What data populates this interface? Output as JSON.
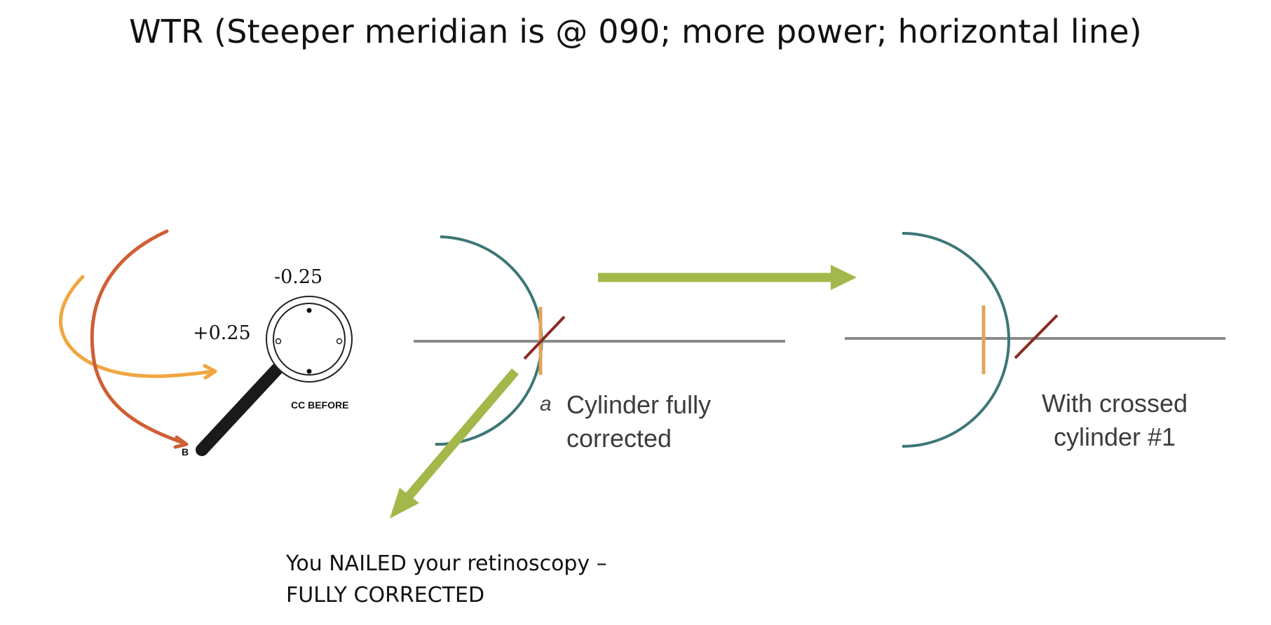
{
  "title": "WTR (Steeper meridian is @ 090; more power; horizontal line)",
  "retinoscope": {
    "top_label": "-0.25",
    "left_label": "+0.25",
    "caption": "CC BEFORE",
    "handle_letter": "B"
  },
  "panel_a": {
    "letter": "a",
    "caption_line1": "Cylinder fully",
    "caption_line2": "corrected"
  },
  "panel_b": {
    "caption_line1": "With crossed",
    "caption_line2": "cylinder #1"
  },
  "note": {
    "line1": "You NAILED your retinoscopy –",
    "line2": "FULLY CORRECTED"
  },
  "colors": {
    "arrow_green": "#a3b84a",
    "cornea_teal": "#3d7775",
    "focal_orange": "#e3a35d",
    "focal_red": "#8a2a22",
    "curve_orange": "#f0a640",
    "curve_red": "#cf5f35"
  }
}
